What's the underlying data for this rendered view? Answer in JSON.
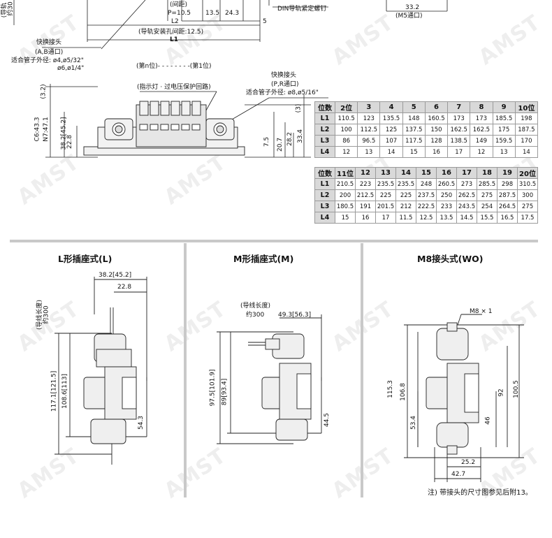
{
  "top_section": {
    "labels": {
      "rail_mount_left_vertical": "(导轨",
      "approx_300_left": "约30",
      "pitch_label": "(间距)",
      "pitch_value": "P=10.5",
      "dim_13_5": "13.5",
      "dim_24_3": "24.3",
      "din_screw": "DIN导轨紧定螺钉",
      "l2": "L2",
      "dim_5": "5",
      "rail_hole_pitch": "(导轨安装孔间距:12.5)",
      "l1": "L1",
      "dim_33_2": "33.2",
      "m5_port": "(M5通口)",
      "quick_fitting_ab": "快换接头",
      "ab_port": "(A,B通口)",
      "tube_od_ab_line1": "适合管子外径: ø4,ø5/32\"",
      "tube_od_ab_line2": "ø6,ø1/4\"",
      "station_n_to_1": "(第n位)- - - - - - - -(第1位)",
      "quick_fitting_pr": "快换接头",
      "pr_port": "(P,R通口)",
      "tube_od_pr": "适合管子外径: ø8,ø5/16\"",
      "indicator_label": "(指示灯 · 过电压保护回路)",
      "dim_3_2": "(3.2)",
      "dim_3": "(3)",
      "c6_n7": "C6:43.3",
      "n7": "N7:47.1",
      "dim_38_2": "38.2[45.2]",
      "dim_22_8": "22.8",
      "dim_7_5": "7.5",
      "dim_20_7": "20.7",
      "dim_28_2": "28.2",
      "dim_33_4": "33.4"
    },
    "table1": {
      "header": [
        "位数",
        "2位",
        "3",
        "4",
        "5",
        "6",
        "7",
        "8",
        "9",
        "10位"
      ],
      "rows": [
        [
          "L1",
          "110.5",
          "123",
          "135.5",
          "148",
          "160.5",
          "173",
          "173",
          "185.5",
          "198"
        ],
        [
          "L2",
          "100",
          "112.5",
          "125",
          "137.5",
          "150",
          "162.5",
          "162.5",
          "175",
          "187.5"
        ],
        [
          "L3",
          "86",
          "96.5",
          "107",
          "117.5",
          "128",
          "138.5",
          "149",
          "159.5",
          "170"
        ],
        [
          "L4",
          "12",
          "13",
          "14",
          "15",
          "16",
          "17",
          "12",
          "13",
          "14"
        ]
      ]
    },
    "table2": {
      "header": [
        "位数",
        "11位",
        "12",
        "13",
        "14",
        "15",
        "16",
        "17",
        "18",
        "19",
        "20位"
      ],
      "rows": [
        [
          "L1",
          "210.5",
          "223",
          "235.5",
          "235.5",
          "248",
          "260.5",
          "273",
          "285.5",
          "298",
          "310.5"
        ],
        [
          "L2",
          "200",
          "212.5",
          "225",
          "225",
          "237.5",
          "250",
          "262.5",
          "275",
          "287.5",
          "300"
        ],
        [
          "L3",
          "180.5",
          "191",
          "201.5",
          "212",
          "222.5",
          "233",
          "243.5",
          "254",
          "264.5",
          "275"
        ],
        [
          "L4",
          "15",
          "16",
          "17",
          "11.5",
          "12.5",
          "13.5",
          "14.5",
          "15.5",
          "16.5",
          "17.5"
        ]
      ]
    }
  },
  "panels": {
    "l_type": {
      "title": "L形插座式(L)",
      "dim_38_2": "38.2[45.2]",
      "dim_22_8": "22.8",
      "lead_len": "(导线长度)",
      "approx_300": "约300",
      "dim_117_1": "117.1[121.5]",
      "dim_108_6": "108.6[113]",
      "dim_54_3": "54.3"
    },
    "m_type": {
      "title": "M形插座式(M)",
      "lead_len": "(导线长度)",
      "approx_300": "约300",
      "dim_49_3": "49.3[56.3]",
      "dim_97_5": "97.5[101.9]",
      "dim_89": "89[93.4]",
      "dim_44_5": "44.5"
    },
    "m8_type": {
      "title": "M8接头式(WO)",
      "m8x1": "M8 × 1",
      "dim_115_3": "115.3",
      "dim_106_8": "106.8",
      "dim_53_4": "53.4",
      "dim_92": "92",
      "dim_100_5": "100.5",
      "dim_46": "46",
      "dim_25_2": "25.2",
      "dim_42_7": "42.7",
      "note": "注) 带接头的尺寸图参见后附13。"
    }
  },
  "watermark_text": "AMST"
}
